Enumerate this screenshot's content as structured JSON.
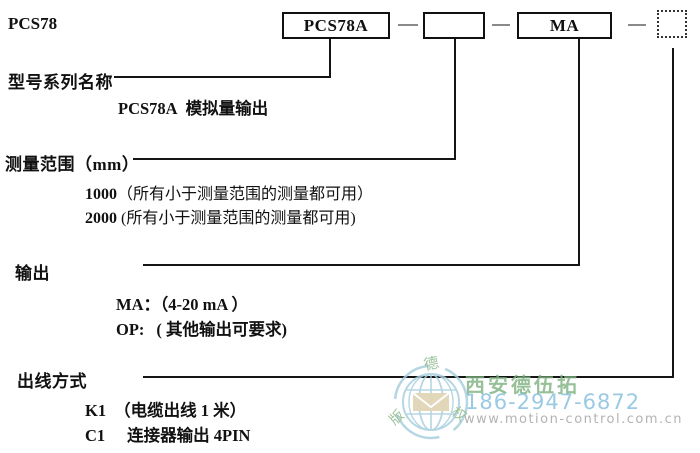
{
  "page_title": "PCS78",
  "model_code_row": {
    "series_box": "PCS78A",
    "range_box": "",
    "output_box": "MA",
    "wiring_box": ""
  },
  "sections": [
    {
      "label": "型号系列名称",
      "items": [
        {
          "code": "PCS78A",
          "desc": "模拟量输出"
        }
      ]
    },
    {
      "label": "测量范围（mm）",
      "items": [
        {
          "code": "1000",
          "desc": "（所有小于测量范围的测量都可用）"
        },
        {
          "code": "2000",
          "desc": "(所有小于测量范围的测量都可用)"
        }
      ]
    },
    {
      "label": "输出",
      "items": [
        {
          "code": "MA：",
          "desc": "（4-20 mA ）"
        },
        {
          "code": "OP:",
          "desc": "( 其他输出可要求)"
        }
      ]
    },
    {
      "label": "出线方式",
      "items": [
        {
          "code": "K1",
          "desc": "（电缆出线 1 米）"
        },
        {
          "code": "C1",
          "desc": "连接器输出 4PIN"
        }
      ]
    }
  ],
  "watermark": {
    "company": "西安德伍拓",
    "phone": "186-2947-6872",
    "website": "www.motion-control.com.cn",
    "logo": {
      "top_char": "德",
      "left_char": "版",
      "right_char": "权"
    },
    "colors": {
      "company_green": "#7fb382",
      "phone_blue": "#84bedd",
      "url_gray": "#a3a3a3",
      "logo_blue": "#a6cede",
      "envelope_tan": "#dbcba6"
    }
  }
}
